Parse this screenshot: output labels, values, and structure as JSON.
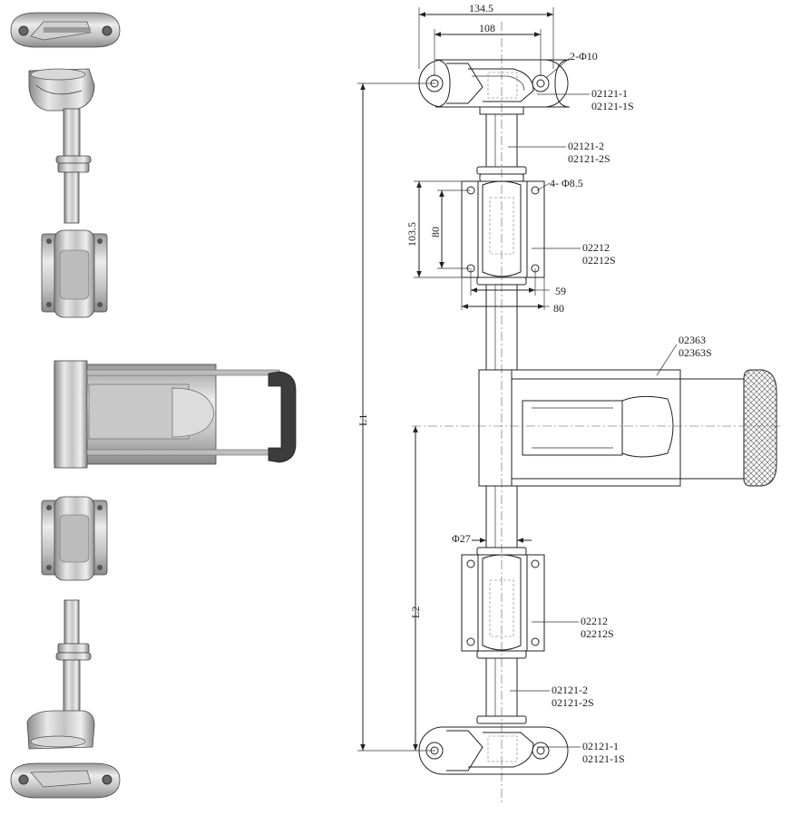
{
  "dimensions": {
    "overall_width": "134.5",
    "hole_spacing": "108",
    "end_holes": "2-Φ10",
    "bracket_holes": "4- Φ8.5",
    "bracket_height": "103.5",
    "bracket_hole_spacing_v": "80",
    "bracket_hole_spacing_h": "59",
    "bracket_width": "80",
    "rod_diameter": "Φ27",
    "total_length": "L1",
    "lower_length": "L2"
  },
  "parts": {
    "top_end_cap": [
      "02121-1",
      "02121-1S"
    ],
    "top_rod": [
      "02121-2",
      "02121-2S"
    ],
    "top_bracket": [
      "02212",
      "02212S"
    ],
    "handle": [
      "02363",
      "02363S"
    ],
    "bottom_bracket": [
      "02212",
      "02212S"
    ],
    "bottom_rod": [
      "02121-2",
      "02121-2S"
    ],
    "bottom_end_cap": [
      "02121-1",
      "02121-1S"
    ]
  },
  "colors": {
    "metal_light": "#e4e4e4",
    "metal_mid": "#b9b9b9",
    "metal_dark": "#7d7d7d",
    "grip": "#3c3c3c",
    "line": "#222222"
  }
}
